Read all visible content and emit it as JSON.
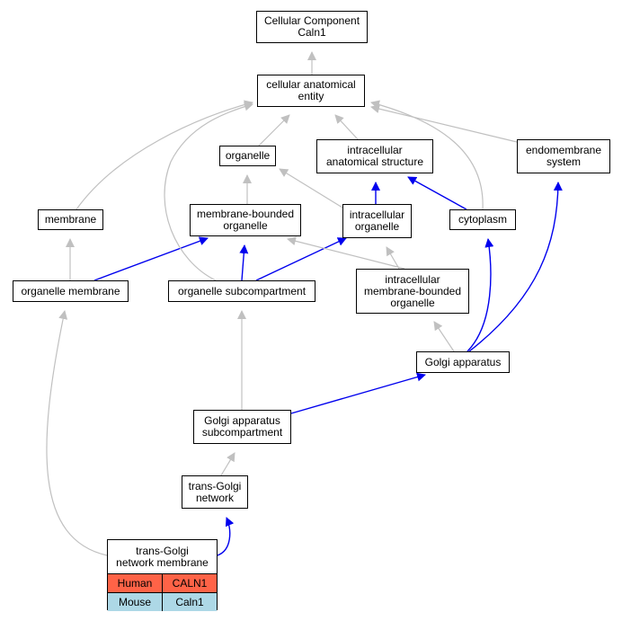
{
  "colors": {
    "is_a_edge": "#c0c0c0",
    "part_of_edge": "#0000ee",
    "human_row": "#ff6347",
    "mouse_row": "#add8e6",
    "node_border": "#000000"
  },
  "nodes": {
    "root": [
      "Cellular Component",
      "Caln1"
    ],
    "cae": [
      "cellular anatomical",
      "entity"
    ],
    "organelle": [
      "organelle"
    ],
    "ias": [
      "intracellular",
      "anatomical structure"
    ],
    "endomembrane": [
      "endomembrane",
      "system"
    ],
    "membrane": [
      "membrane"
    ],
    "mbo": [
      "membrane-bounded",
      "organelle"
    ],
    "io": [
      "intracellular",
      "organelle"
    ],
    "cytoplasm": [
      "cytoplasm"
    ],
    "om": [
      "organelle membrane"
    ],
    "os": [
      "organelle subcompartment"
    ],
    "imbo": [
      "intracellular",
      "membrane-bounded",
      "organelle"
    ],
    "golgi": [
      "Golgi apparatus"
    ],
    "gas": [
      "Golgi apparatus",
      "subcompartment"
    ],
    "tgn": [
      "trans-Golgi",
      "network"
    ],
    "tgnm": [
      "trans-Golgi",
      "network membrane"
    ]
  },
  "orthologs": [
    {
      "species": "Human",
      "gene": "CALN1"
    },
    {
      "species": "Mouse",
      "gene": "Caln1"
    }
  ],
  "edges": [
    {
      "from": "cae",
      "to": "root",
      "type": "is_a"
    },
    {
      "from": "organelle",
      "to": "cae",
      "type": "is_a"
    },
    {
      "from": "ias",
      "to": "cae",
      "type": "is_a"
    },
    {
      "from": "endomembrane",
      "to": "cae",
      "type": "is_a"
    },
    {
      "from": "membrane",
      "to": "cae",
      "type": "is_a"
    },
    {
      "from": "mbo",
      "to": "organelle",
      "type": "is_a"
    },
    {
      "from": "io",
      "to": "organelle",
      "type": "is_a"
    },
    {
      "from": "io",
      "to": "ias",
      "type": "part_of"
    },
    {
      "from": "cytoplasm",
      "to": "ias",
      "type": "part_of"
    },
    {
      "from": "cytoplasm",
      "to": "cae",
      "type": "is_a"
    },
    {
      "from": "om",
      "to": "membrane",
      "type": "is_a"
    },
    {
      "from": "om",
      "to": "mbo",
      "type": "part_of"
    },
    {
      "from": "os",
      "to": "mbo",
      "type": "part_of"
    },
    {
      "from": "os",
      "to": "io",
      "type": "part_of"
    },
    {
      "from": "os",
      "to": "cae",
      "type": "is_a"
    },
    {
      "from": "imbo",
      "to": "mbo",
      "type": "is_a"
    },
    {
      "from": "imbo",
      "to": "io",
      "type": "is_a"
    },
    {
      "from": "golgi",
      "to": "imbo",
      "type": "is_a"
    },
    {
      "from": "golgi",
      "to": "cytoplasm",
      "type": "part_of"
    },
    {
      "from": "golgi",
      "to": "endomembrane",
      "type": "part_of"
    },
    {
      "from": "gas",
      "to": "os",
      "type": "is_a"
    },
    {
      "from": "gas",
      "to": "golgi",
      "type": "part_of"
    },
    {
      "from": "tgn",
      "to": "gas",
      "type": "is_a"
    },
    {
      "from": "tgnm",
      "to": "tgn",
      "type": "part_of"
    },
    {
      "from": "tgnm",
      "to": "om",
      "type": "is_a"
    }
  ]
}
